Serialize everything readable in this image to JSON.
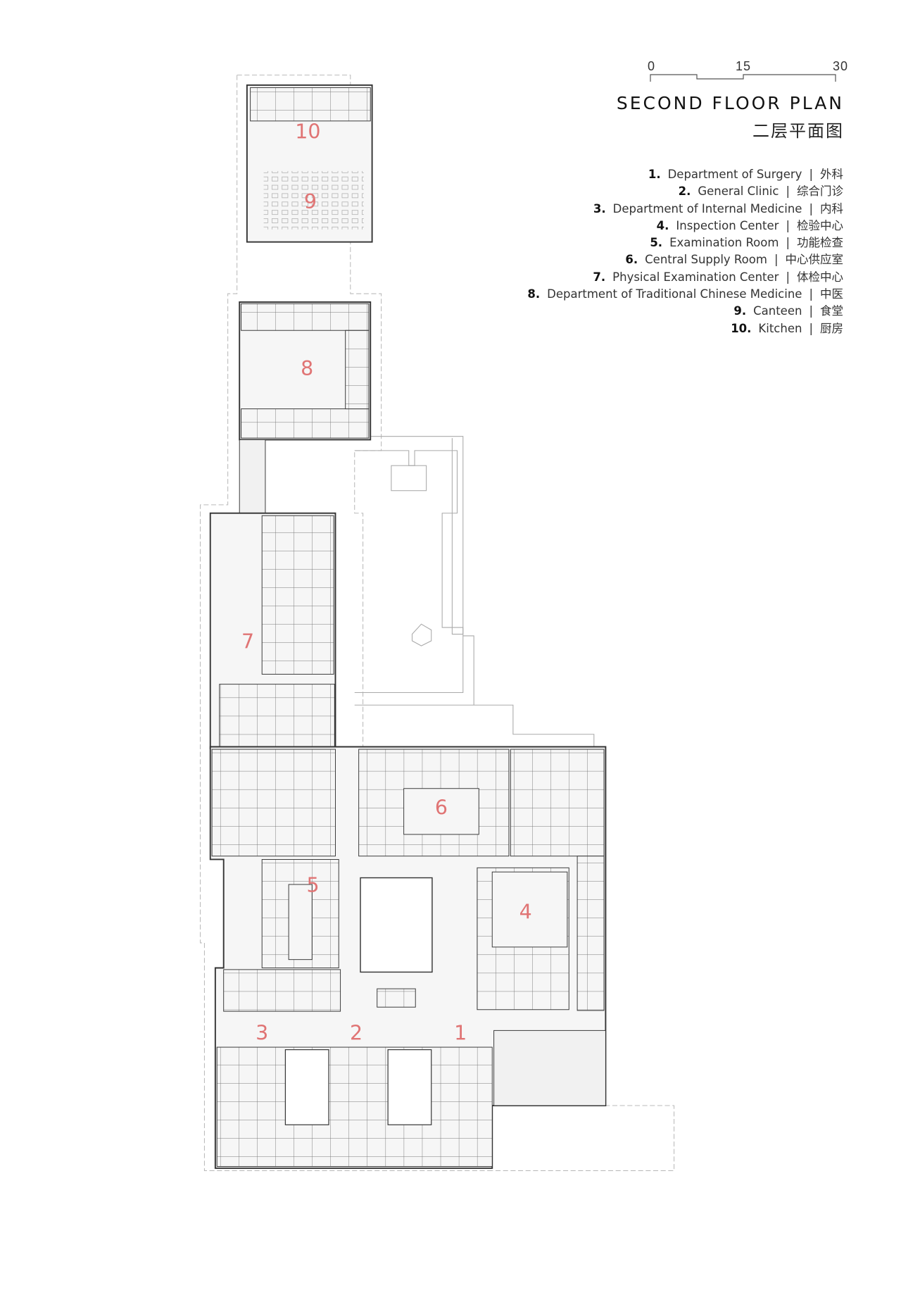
{
  "scale_bar": {
    "ticks": [
      "0",
      "15",
      "30"
    ]
  },
  "title": "SECOND FLOOR PLAN",
  "title_cn": "二层平面图",
  "legend": [
    {
      "num": "1.",
      "en": "Department of Surgery",
      "cn": "外科"
    },
    {
      "num": "2.",
      "en": "General Clinic",
      "cn": "综合门诊"
    },
    {
      "num": "3.",
      "en": "Department of Internal Medicine",
      "cn": "内科"
    },
    {
      "num": "4.",
      "en": "Inspection Center",
      "cn": "检验中心"
    },
    {
      "num": "5.",
      "en": "Examination Room",
      "cn": "功能检查"
    },
    {
      "num": "6.",
      "en": "Central Supply Room",
      "cn": "中心供应室"
    },
    {
      "num": "7.",
      "en": "Physical Examination Center",
      "cn": "体检中心"
    },
    {
      "num": "8.",
      "en": "Department of Traditional Chinese Medicine",
      "cn": "中医"
    },
    {
      "num": "9.",
      "en": "Canteen",
      "cn": "食堂"
    },
    {
      "num": "10.",
      "en": "Kitchen",
      "cn": "厨房"
    }
  ],
  "plan_labels": [
    "1",
    "2",
    "3",
    "4",
    "5",
    "6",
    "7",
    "8",
    "9",
    "10"
  ],
  "colors": {
    "label": "#e07474",
    "wall": "#444444",
    "floor": "#f4f4f4"
  }
}
